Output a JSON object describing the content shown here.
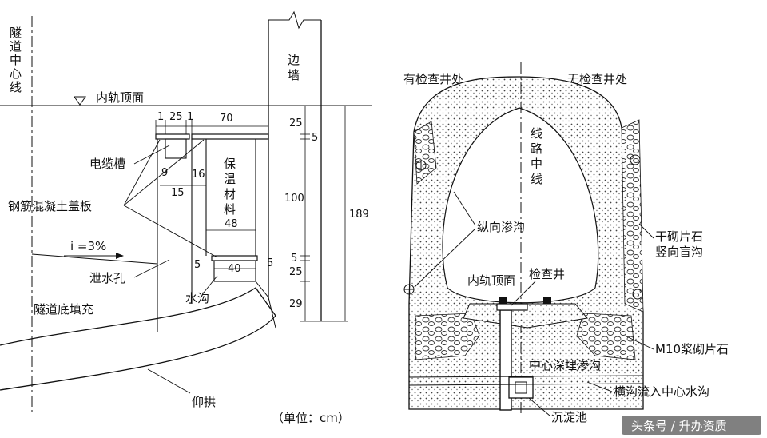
{
  "left": {
    "tunnel_center_line": [
      "隧",
      "道",
      "中",
      "心",
      "线"
    ],
    "rail_top": "内轨顶面",
    "side_wall": [
      "边",
      "墙"
    ],
    "cable_trough": "电缆槽",
    "rc_cover": "钢筋混凝土盖板",
    "insulation": [
      "保",
      "温",
      "材",
      "料"
    ],
    "slope": "i =3%",
    "drain_hole": "泄水孔",
    "ditch": "水沟",
    "bottom_fill": "隧道底填充",
    "invert": "仰拱",
    "unit": "（单位：cm）",
    "dims": {
      "d1a": "1",
      "d25": "25",
      "d1b": "1",
      "d70": "70",
      "d9": "9",
      "d16": "16",
      "d15": "15",
      "d48": "48",
      "d5a": "5",
      "d40": "40",
      "d5b": "5",
      "v25a": "25",
      "v5a": "5",
      "v100": "100",
      "v5b": "5",
      "v25b": "25",
      "v29": "29",
      "v189": "189"
    }
  },
  "right": {
    "with_manhole": "有检查井处",
    "without_manhole": "无检查井处",
    "track_center_line": [
      "线",
      "路",
      "中",
      "线"
    ],
    "longitudinal_seepage": "纵向渗沟",
    "rail_top": "内轨顶面",
    "manhole": "检查井",
    "dry_stone": "干砌片石",
    "vertical_blind_ditch": "竖向盲沟",
    "m10_stone": "M10浆砌片石",
    "central_deep_seepage": "中心深埋渗沟",
    "transverse_ditch": "横沟流入中心水沟",
    "sedimentation_tank": "沉淀池"
  },
  "watermark": "头条号 / 升办资质"
}
